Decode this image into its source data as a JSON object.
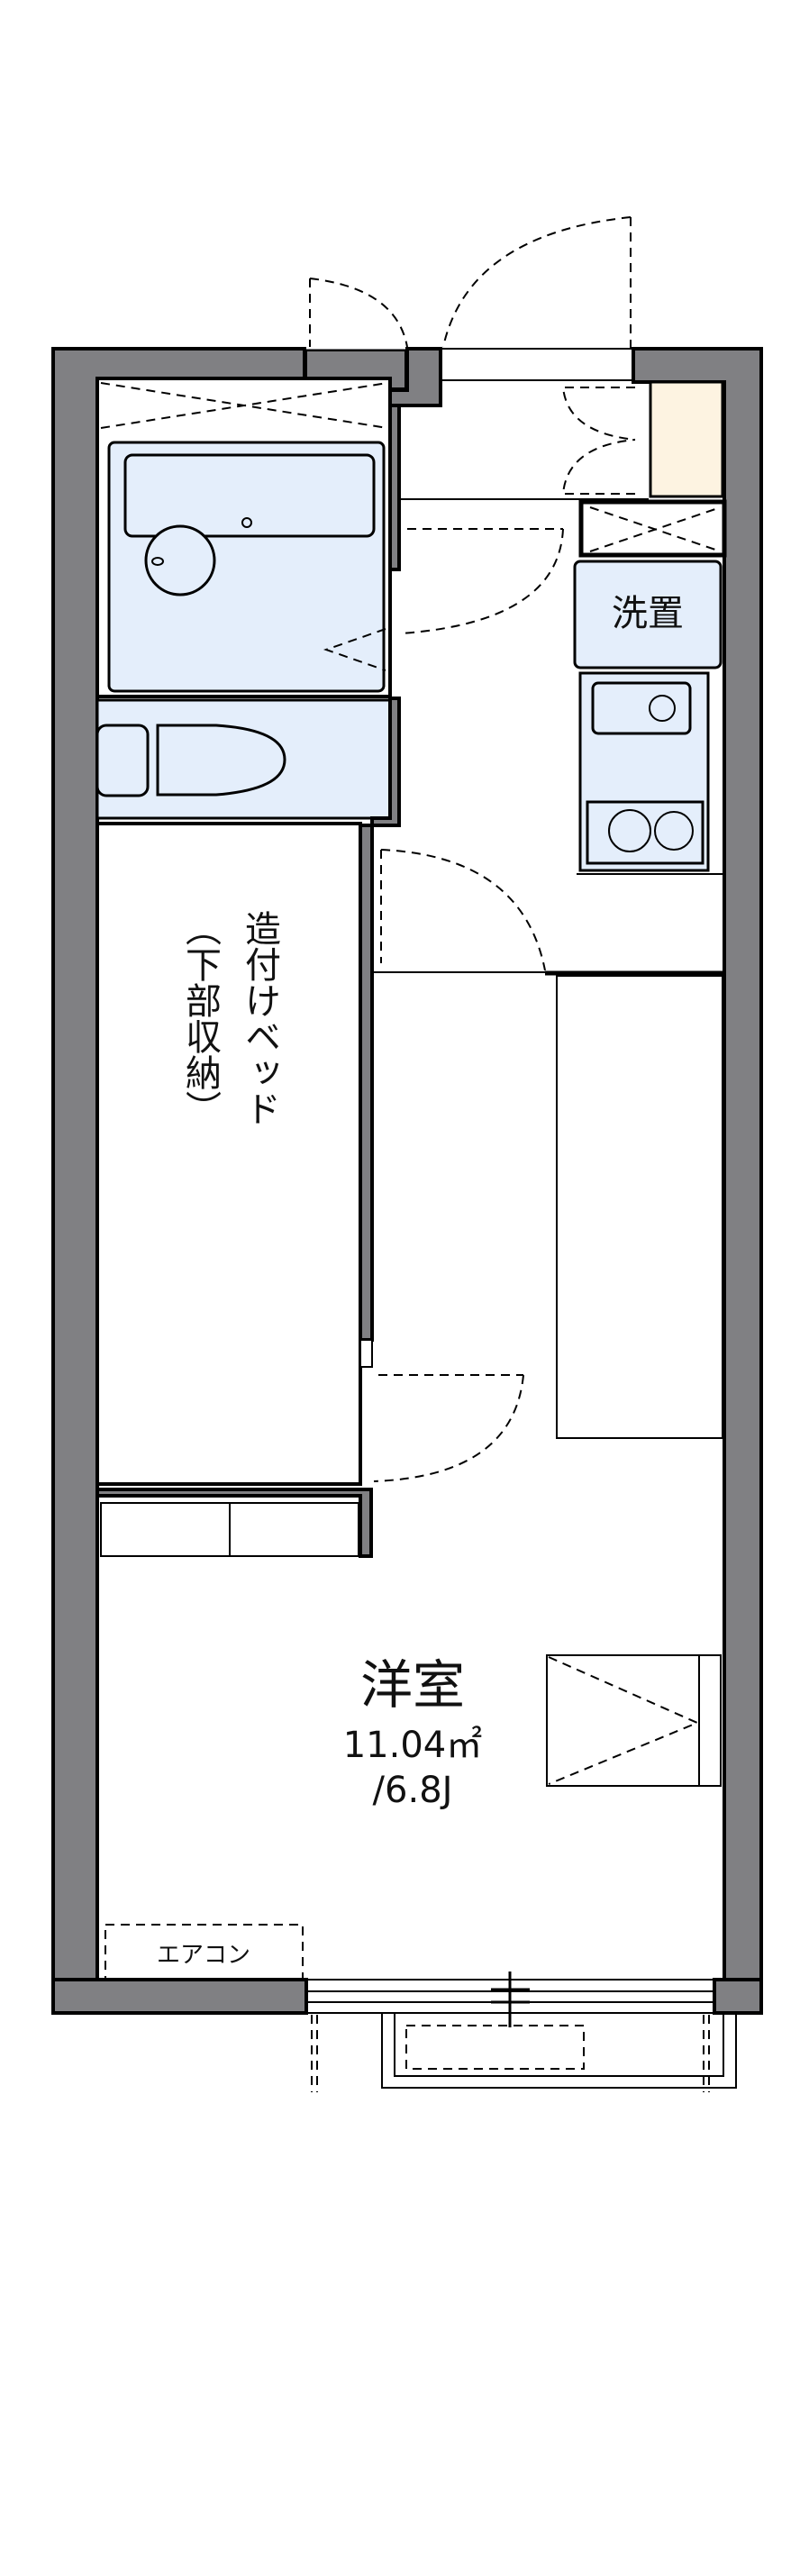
{
  "labels": {
    "washer": "洗置",
    "bed_storage_col1": "造付けベッド",
    "bed_storage_col2": "（下部収納）",
    "room_name": "洋室",
    "room_area": "11.04㎡",
    "room_size": "/6.8J",
    "aircon": "エアコン"
  },
  "colors": {
    "wall": "#808083",
    "fixture": "#e4eefb",
    "shoe_cabinet": "#fdf3e1"
  }
}
